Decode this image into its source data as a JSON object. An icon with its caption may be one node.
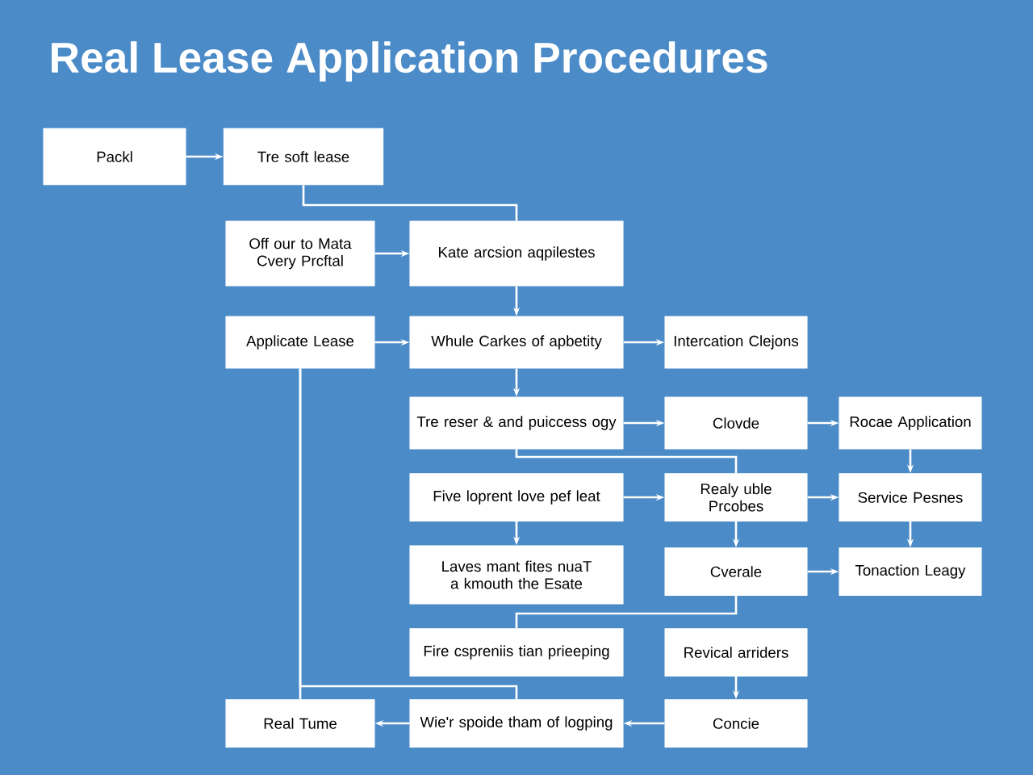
{
  "diagram": {
    "title": "Real Lease Application Procedures",
    "nodes": [
      {
        "text": [
          "Packl"
        ]
      },
      {
        "text": [
          "Tre soft lease"
        ]
      },
      {
        "text": [
          "Off our to Mata Cvery Prcftal"
        ]
      },
      {
        "text": [
          "Kate arcsion aqpilestes"
        ]
      },
      {
        "text": [
          "Applicate Lease"
        ]
      },
      {
        "text": [
          "Whule Carkes of apbetity"
        ]
      },
      {
        "text": [
          "Intercation Clejons"
        ]
      },
      {
        "text": [
          "Tre reser & and puiccess ogy"
        ]
      },
      {
        "text": [
          "Clovde"
        ]
      },
      {
        "text": [
          "Rocae Application"
        ]
      },
      {
        "text": [
          "Five loprent love pef leat"
        ]
      },
      {
        "text": [
          "Realy uble Prcobes"
        ]
      },
      {
        "text": [
          "Service Pesnes"
        ]
      },
      {
        "text": [
          "Laves mant fites nuaT a kmouth the Esate"
        ]
      },
      {
        "text": [
          "Cverale"
        ]
      },
      {
        "text": [
          "Tonaction Leagy"
        ]
      },
      {
        "text": [
          "Fire cspreniis tian prieeping"
        ]
      },
      {
        "text": [
          "Revical arriders"
        ]
      },
      {
        "text": [
          "Real Tume"
        ]
      },
      {
        "text": [
          "Wie'r spoide tham of logping"
        ]
      },
      {
        "text": [
          "Concie"
        ]
      }
    ],
    "edges": [
      {
        "from": 0,
        "to": 1,
        "arrow": "to"
      },
      {
        "from": 1,
        "to": 3,
        "arrow": "none"
      },
      {
        "from": 2,
        "to": 3,
        "arrow": "to"
      },
      {
        "from": 3,
        "to": 5,
        "arrow": "to"
      },
      {
        "from": 4,
        "to": 5,
        "arrow": "to"
      },
      {
        "from": 5,
        "to": 6,
        "arrow": "to"
      },
      {
        "from": 5,
        "to": 7,
        "arrow": "to"
      },
      {
        "from": 7,
        "to": 8,
        "arrow": "to"
      },
      {
        "from": 8,
        "to": 9,
        "arrow": "to"
      },
      {
        "from": 9,
        "to": 12,
        "arrow": "to"
      },
      {
        "from": 10,
        "to": 11,
        "arrow": "to"
      },
      {
        "from": 11,
        "to": 12,
        "arrow": "to"
      },
      {
        "from": 7,
        "to": 11,
        "arrow": "none"
      },
      {
        "from": 10,
        "to": 13,
        "arrow": "to"
      },
      {
        "from": 11,
        "to": 14,
        "arrow": "to"
      },
      {
        "from": 12,
        "to": 15,
        "arrow": "to"
      },
      {
        "from": 14,
        "to": 15,
        "arrow": "to"
      },
      {
        "from": 14,
        "to": 16,
        "arrow": "none"
      },
      {
        "from": 17,
        "to": 20,
        "arrow": "to"
      },
      {
        "from": 20,
        "to": 19,
        "arrow": "to"
      },
      {
        "from": 19,
        "to": 18,
        "arrow": "to"
      },
      {
        "from": 4,
        "to": 18,
        "arrow": "none"
      },
      {
        "from": 19,
        "to": 4,
        "arrow": "none"
      }
    ]
  }
}
